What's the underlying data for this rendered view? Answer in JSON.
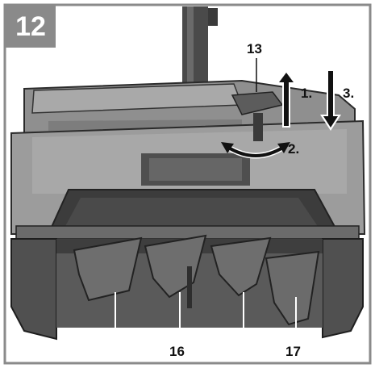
{
  "figure": {
    "number": "12",
    "border_color": "#8a8a8a"
  },
  "callouts": {
    "part_13": "13",
    "step_1": "1.",
    "step_2": "2.",
    "step_3": "3.",
    "part_16": "16",
    "part_17": "17"
  },
  "icons": {
    "up_arrow": "arrow-up-icon",
    "down_arrow": "arrow-down-icon",
    "rotate_arrow": "rotate-arrow-icon"
  }
}
